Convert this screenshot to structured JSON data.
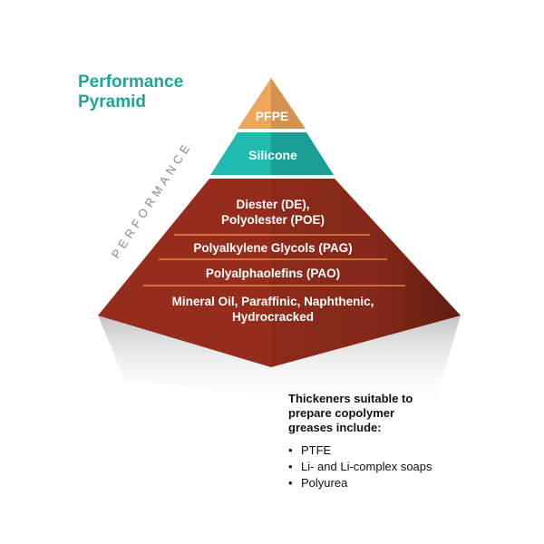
{
  "title": {
    "line1": "Performance",
    "line2": "Pyramid"
  },
  "axis_label": "PERFORMANCE",
  "tiers": [
    {
      "label": "PFPE",
      "color": "#f0a65a"
    },
    {
      "label": "Silicone",
      "color": "#1fbbb0"
    },
    {
      "lines": [
        "Diester (DE),",
        "Polyolester (POE)"
      ],
      "color": "#8b2a1a"
    },
    {
      "lines": [
        "Polyalkylene Glycols (PAG)"
      ],
      "color": "#8b2a1a"
    },
    {
      "lines": [
        "Polyalphaolefins (PAO)"
      ],
      "color": "#8b2a1a"
    },
    {
      "lines": [
        "Mineral Oil, Paraffinic, Naphthenic,",
        "Hydrocracked"
      ],
      "color": "#8b2a1a"
    }
  ],
  "divider_color": "#e8834a",
  "note": {
    "heading": [
      "Thickeners suitable to",
      "prepare copolymer",
      "greases include:"
    ],
    "items": [
      "PTFE",
      "Li- and Li-complex soaps",
      "Polyurea"
    ]
  }
}
